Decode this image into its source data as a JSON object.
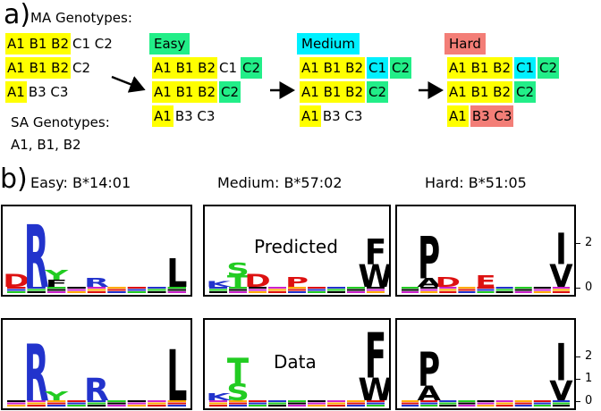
{
  "panel_a": {
    "letter": "a)",
    "ma_title": "MA Genotypes:",
    "ma_rows": [
      [
        {
          "t": "A1 B1 B2",
          "c": "y"
        },
        {
          "t": "C1 C2",
          "c": ""
        }
      ],
      [
        {
          "t": "A1 B1 B2",
          "c": "y"
        },
        {
          "t": "C2",
          "c": ""
        }
      ],
      [
        {
          "t": "A1",
          "c": "y"
        },
        {
          "t": "B3 C3",
          "c": ""
        }
      ]
    ],
    "sa_title": "SA Genotypes:",
    "sa_value": "A1, B1, B2",
    "easy": {
      "label": "Easy",
      "rows": [
        [
          {
            "t": "A1 B1 B2",
            "c": "y"
          },
          {
            "t": "C1",
            "c": ""
          },
          {
            "t": "C2",
            "c": "g"
          }
        ],
        [
          {
            "t": "A1 B1 B2",
            "c": "y"
          },
          {
            "t": "C2",
            "c": "g"
          }
        ],
        [
          {
            "t": "A1",
            "c": "y"
          },
          {
            "t": "B3 C3",
            "c": ""
          }
        ]
      ]
    },
    "medium": {
      "label": "Medium",
      "rows": [
        [
          {
            "t": "A1 B1 B2",
            "c": "y"
          },
          {
            "t": "C1",
            "c": "c"
          },
          {
            "t": "C2",
            "c": "g"
          }
        ],
        [
          {
            "t": "A1 B1 B2",
            "c": "y"
          },
          {
            "t": "C2",
            "c": "g"
          }
        ],
        [
          {
            "t": "A1",
            "c": "y"
          },
          {
            "t": "B3 C3",
            "c": ""
          }
        ]
      ]
    },
    "hard": {
      "label": "Hard",
      "rows": [
        [
          {
            "t": "A1 B1 B2",
            "c": "y"
          },
          {
            "t": "C1",
            "c": "c"
          },
          {
            "t": "C2",
            "c": "g"
          }
        ],
        [
          {
            "t": "A1 B1 B2",
            "c": "y"
          },
          {
            "t": "C2",
            "c": "g"
          }
        ],
        [
          {
            "t": "A1",
            "c": "y"
          },
          {
            "t": "B3 C3",
            "c": "r"
          }
        ]
      ]
    },
    "colors": {
      "yellow": "#ffff00",
      "green": "#22ee88",
      "cyan": "#00f0ff",
      "salmon": "#f37e77"
    }
  },
  "panel_b": {
    "letter": "b)",
    "titles": [
      "Easy: B*14:01",
      "Medium: B*57:02",
      "Hard: B*51:05"
    ],
    "row_labels": [
      "Predicted",
      "Data"
    ],
    "y_ticks_top": [
      "2",
      "0"
    ],
    "y_ticks_bottom": [
      "2",
      "1",
      "0"
    ],
    "letter_colors": {
      "hydrophobic": "#000000",
      "basic": "#2233cc",
      "acidic": "#dd1111",
      "polar": "#22cc22",
      "amide": "#cc22cc"
    }
  },
  "chart_data": {
    "type": "sequence-logo",
    "panels": [
      {
        "row": "Predicted",
        "allele": "Easy: B*14:01",
        "ylim": [
          0,
          2.7
        ],
        "letters": [
          {
            "pos": 1,
            "aa": "D",
            "bits": 0.45,
            "color": "#dd1111"
          },
          {
            "pos": 2,
            "aa": "R",
            "bits": 2.2,
            "color": "#2233cc"
          },
          {
            "pos": 3,
            "aa": "Y",
            "bits": 0.35,
            "color": "#22cc22"
          },
          {
            "pos": 3,
            "aa": "F",
            "bits": 0.25,
            "color": "#000000"
          },
          {
            "pos": 5,
            "aa": "R",
            "bits": 0.3,
            "color": "#2233cc"
          },
          {
            "pos": 9,
            "aa": "L",
            "bits": 1.0,
            "color": "#000000"
          }
        ]
      },
      {
        "row": "Predicted",
        "allele": "Medium: B*57:02",
        "ylim": [
          0,
          2.7
        ],
        "letters": [
          {
            "pos": 1,
            "aa": "K",
            "bits": 0.2,
            "color": "#2233cc"
          },
          {
            "pos": 2,
            "aa": "T",
            "bits": 0.4,
            "color": "#22cc22"
          },
          {
            "pos": 2,
            "aa": "S",
            "bits": 0.45,
            "color": "#22cc22"
          },
          {
            "pos": 3,
            "aa": "D",
            "bits": 0.45,
            "color": "#dd1111"
          },
          {
            "pos": 5,
            "aa": "P",
            "bits": 0.35,
            "color": "#dd1111"
          },
          {
            "pos": 9,
            "aa": "F",
            "bits": 0.9,
            "color": "#000000"
          },
          {
            "pos": 9,
            "aa": "W",
            "bits": 0.8,
            "color": "#000000"
          }
        ]
      },
      {
        "row": "Predicted",
        "allele": "Hard: B*51:05",
        "ylim": [
          0,
          2.7
        ],
        "letters": [
          {
            "pos": 2,
            "aa": "P",
            "bits": 1.5,
            "color": "#000000"
          },
          {
            "pos": 2,
            "aa": "A",
            "bits": 0.3,
            "color": "#000000"
          },
          {
            "pos": 3,
            "aa": "D",
            "bits": 0.35,
            "color": "#dd1111"
          },
          {
            "pos": 5,
            "aa": "E",
            "bits": 0.4,
            "color": "#dd1111"
          },
          {
            "pos": 9,
            "aa": "I",
            "bits": 1.1,
            "color": "#000000"
          },
          {
            "pos": 9,
            "aa": "V",
            "bits": 0.8,
            "color": "#000000"
          }
        ]
      },
      {
        "row": "Data",
        "allele": "Easy: B*14:01",
        "ylim": [
          0,
          2.7
        ],
        "letters": [
          {
            "pos": 2,
            "aa": "R",
            "bits": 2.0,
            "color": "#2233cc"
          },
          {
            "pos": 3,
            "aa": "Y",
            "bits": 0.3,
            "color": "#22cc22"
          },
          {
            "pos": 5,
            "aa": "R",
            "bits": 0.8,
            "color": "#2233cc"
          },
          {
            "pos": 9,
            "aa": "L",
            "bits": 1.8,
            "color": "#000000"
          }
        ]
      },
      {
        "row": "Data",
        "allele": "Medium: B*57:02",
        "ylim": [
          0,
          2.7
        ],
        "letters": [
          {
            "pos": 1,
            "aa": "K",
            "bits": 0.25,
            "color": "#2233cc"
          },
          {
            "pos": 2,
            "aa": "T",
            "bits": 0.9,
            "color": "#22cc22"
          },
          {
            "pos": 2,
            "aa": "S",
            "bits": 0.6,
            "color": "#22cc22"
          },
          {
            "pos": 9,
            "aa": "F",
            "bits": 1.6,
            "color": "#000000"
          },
          {
            "pos": 9,
            "aa": "W",
            "bits": 0.8,
            "color": "#000000"
          }
        ]
      },
      {
        "row": "Data",
        "allele": "Hard: B*51:05",
        "ylim": [
          0,
          2.7
        ],
        "letters": [
          {
            "pos": 2,
            "aa": "P",
            "bits": 1.2,
            "color": "#000000"
          },
          {
            "pos": 2,
            "aa": "A",
            "bits": 0.5,
            "color": "#000000"
          },
          {
            "pos": 9,
            "aa": "I",
            "bits": 1.3,
            "color": "#000000"
          },
          {
            "pos": 9,
            "aa": "V",
            "bits": 0.7,
            "color": "#000000"
          }
        ]
      }
    ]
  }
}
